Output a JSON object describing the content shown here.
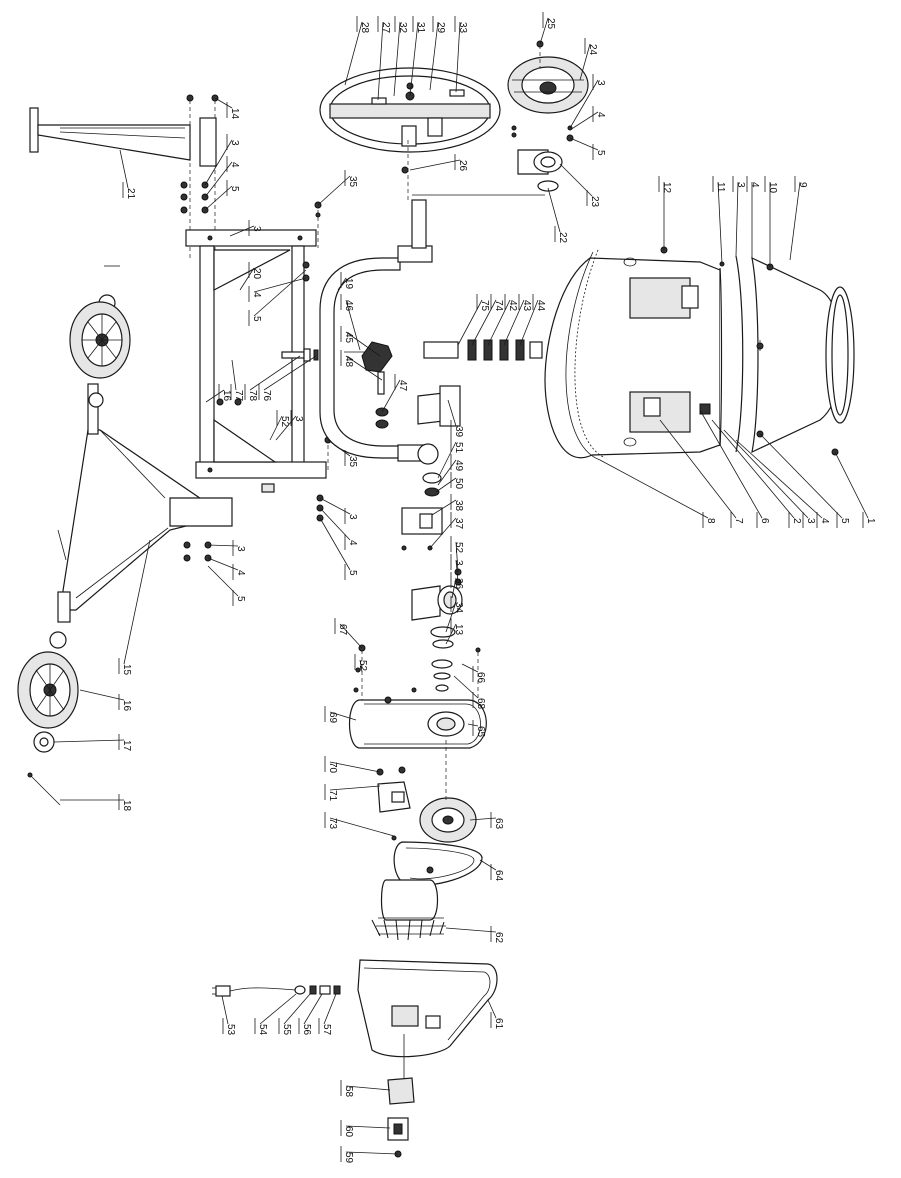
{
  "diagram": {
    "parts": [
      {
        "id": "1",
        "label": "1"
      },
      {
        "id": "2",
        "label": "2"
      },
      {
        "id": "3",
        "label": "3"
      },
      {
        "id": "4",
        "label": "4"
      },
      {
        "id": "5",
        "label": "5"
      },
      {
        "id": "6",
        "label": "6"
      },
      {
        "id": "7",
        "label": "7"
      },
      {
        "id": "8",
        "label": "8"
      },
      {
        "id": "9",
        "label": "9"
      },
      {
        "id": "10",
        "label": "10"
      },
      {
        "id": "11",
        "label": "11"
      },
      {
        "id": "12",
        "label": "12"
      },
      {
        "id": "13",
        "label": "13"
      },
      {
        "id": "14",
        "label": "14"
      },
      {
        "id": "15",
        "label": "15"
      },
      {
        "id": "16",
        "label": "16"
      },
      {
        "id": "17",
        "label": "17"
      },
      {
        "id": "18",
        "label": "18"
      },
      {
        "id": "19",
        "label": "19"
      },
      {
        "id": "20",
        "label": "20"
      },
      {
        "id": "21",
        "label": "21"
      },
      {
        "id": "22",
        "label": "22"
      },
      {
        "id": "23",
        "label": "23"
      },
      {
        "id": "24",
        "label": "24"
      },
      {
        "id": "25",
        "label": "25"
      },
      {
        "id": "26",
        "label": "26"
      },
      {
        "id": "27",
        "label": "27"
      },
      {
        "id": "28",
        "label": "28"
      },
      {
        "id": "29",
        "label": "29"
      },
      {
        "id": "31",
        "label": "31"
      },
      {
        "id": "32",
        "label": "32"
      },
      {
        "id": "33",
        "label": "33"
      },
      {
        "id": "34",
        "label": "34"
      },
      {
        "id": "35",
        "label": "35"
      },
      {
        "id": "36",
        "label": "36"
      },
      {
        "id": "37",
        "label": "37"
      },
      {
        "id": "38",
        "label": "38"
      },
      {
        "id": "39",
        "label": "39"
      },
      {
        "id": "42",
        "label": "42"
      },
      {
        "id": "43",
        "label": "43"
      },
      {
        "id": "44",
        "label": "44"
      },
      {
        "id": "45",
        "label": "45"
      },
      {
        "id": "46",
        "label": "46"
      },
      {
        "id": "47",
        "label": "47"
      },
      {
        "id": "48",
        "label": "48"
      },
      {
        "id": "49",
        "label": "49"
      },
      {
        "id": "50",
        "label": "50"
      },
      {
        "id": "51",
        "label": "51"
      },
      {
        "id": "52",
        "label": "52"
      },
      {
        "id": "53",
        "label": "53"
      },
      {
        "id": "54",
        "label": "54"
      },
      {
        "id": "55",
        "label": "55"
      },
      {
        "id": "56",
        "label": "56"
      },
      {
        "id": "57",
        "label": "57"
      },
      {
        "id": "58",
        "label": "58"
      },
      {
        "id": "59",
        "label": "59"
      },
      {
        "id": "60",
        "label": "60"
      },
      {
        "id": "61",
        "label": "61"
      },
      {
        "id": "62",
        "label": "62"
      },
      {
        "id": "63",
        "label": "63"
      },
      {
        "id": "64",
        "label": "64"
      },
      {
        "id": "65",
        "label": "65"
      },
      {
        "id": "66",
        "label": "66"
      },
      {
        "id": "67",
        "label": "67"
      },
      {
        "id": "68",
        "label": "68"
      },
      {
        "id": "69",
        "label": "69"
      },
      {
        "id": "70",
        "label": "70"
      },
      {
        "id": "71",
        "label": "71"
      },
      {
        "id": "73",
        "label": "73"
      },
      {
        "id": "74",
        "label": "74"
      },
      {
        "id": "75",
        "label": "75"
      },
      {
        "id": "76",
        "label": "76"
      },
      {
        "id": "77",
        "label": "77"
      },
      {
        "id": "78",
        "label": "78"
      }
    ]
  }
}
